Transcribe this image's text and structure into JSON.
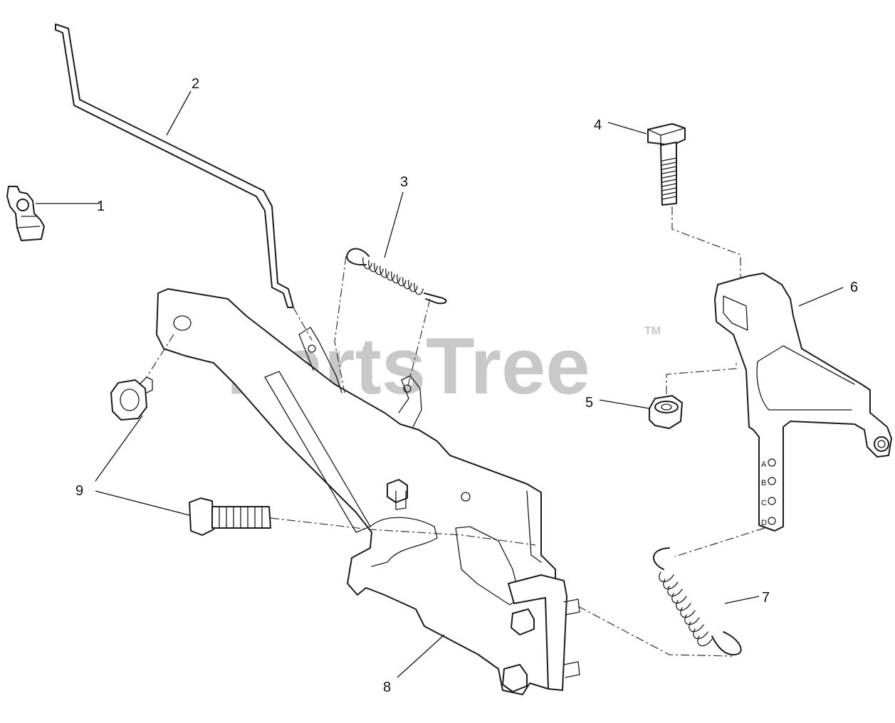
{
  "watermark": {
    "text": "PartsTree",
    "tm": "TM",
    "color": "#c8c8c8"
  },
  "callouts": [
    {
      "id": "1",
      "label": "1"
    },
    {
      "id": "2",
      "label": "2"
    },
    {
      "id": "3",
      "label": "3"
    },
    {
      "id": "4",
      "label": "4"
    },
    {
      "id": "5",
      "label": "5"
    },
    {
      "id": "6",
      "label": "6"
    },
    {
      "id": "7",
      "label": "7"
    },
    {
      "id": "8",
      "label": "8"
    },
    {
      "id": "9",
      "label": "9"
    }
  ],
  "lever_positions": [
    "A",
    "B",
    "C",
    "D"
  ]
}
